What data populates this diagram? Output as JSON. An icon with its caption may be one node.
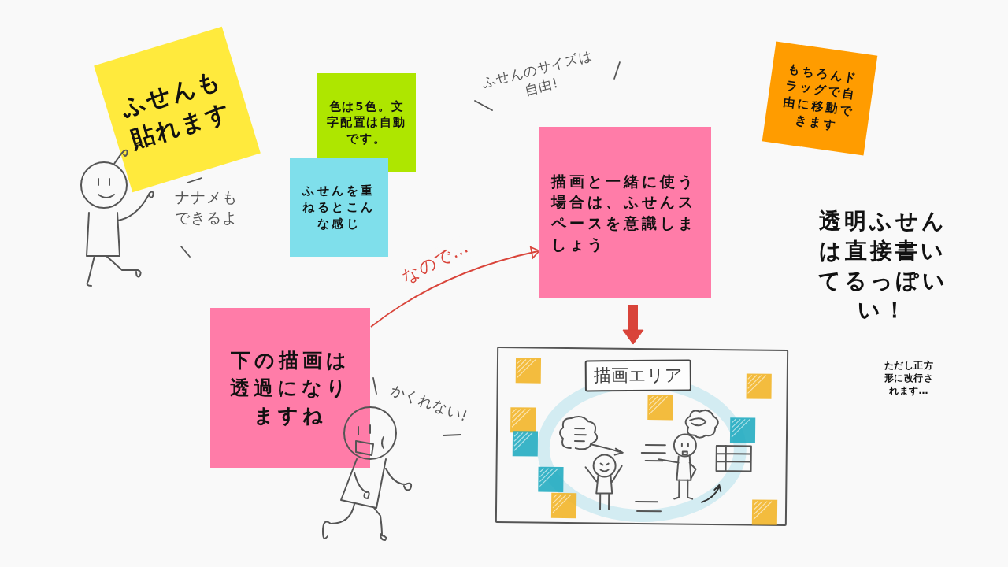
{
  "diagram": {
    "nodes": [
      {
        "text": [
          "ふせんも貼れます"
        ]
      },
      {
        "text": [
          "色は5色。文字配置は自動です。"
        ]
      },
      {
        "text": [
          "もちろんドラッグで自由に移動できます"
        ]
      },
      {
        "text": [
          "描画と一緒に使う場合は、ふせんスペースを意識しましょう"
        ]
      },
      {
        "text": [
          "ふせんを重ねるとこんな感じ"
        ]
      },
      {
        "text": [
          "下の描画は透過になりますね"
        ]
      },
      {
        "text": [],
        "shape": "picture"
      },
      {
        "text": [
          "描画エリア"
        ],
        "in": 6
      }
    ],
    "edges": [
      {
        "from": 5,
        "to": 3,
        "arrow": "to",
        "label": "なので…"
      },
      {
        "from": 3,
        "to": 6,
        "arrow": "to",
        "style": "thick"
      }
    ],
    "labels": [
      "ふせんのサイズは自由!",
      "ナナメもできるよ",
      "透明ふせんは直接書いてるっぽいい！",
      "ただし正方形に改行されます…",
      "かくれない!"
    ]
  }
}
